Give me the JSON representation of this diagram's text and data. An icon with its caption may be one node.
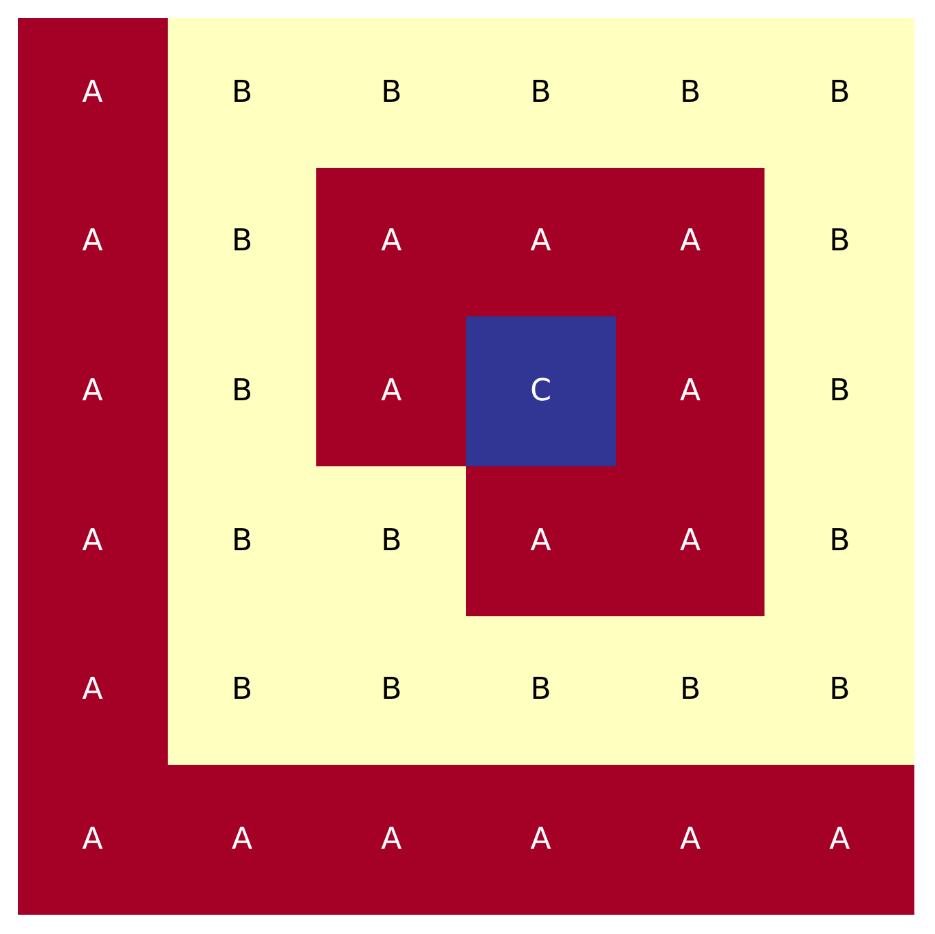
{
  "diagram": {
    "labels": [
      "A",
      "B",
      "B",
      "B",
      "B",
      "B",
      "A",
      "B",
      "A",
      "A",
      "A",
      "B",
      "A",
      "B",
      "A",
      "C",
      "A",
      "B",
      "A",
      "B",
      "B",
      "A",
      "A",
      "B",
      "A",
      "B",
      "B",
      "B",
      "B",
      "B",
      "A",
      "A",
      "A",
      "A",
      "A",
      "A"
    ]
  }
}
